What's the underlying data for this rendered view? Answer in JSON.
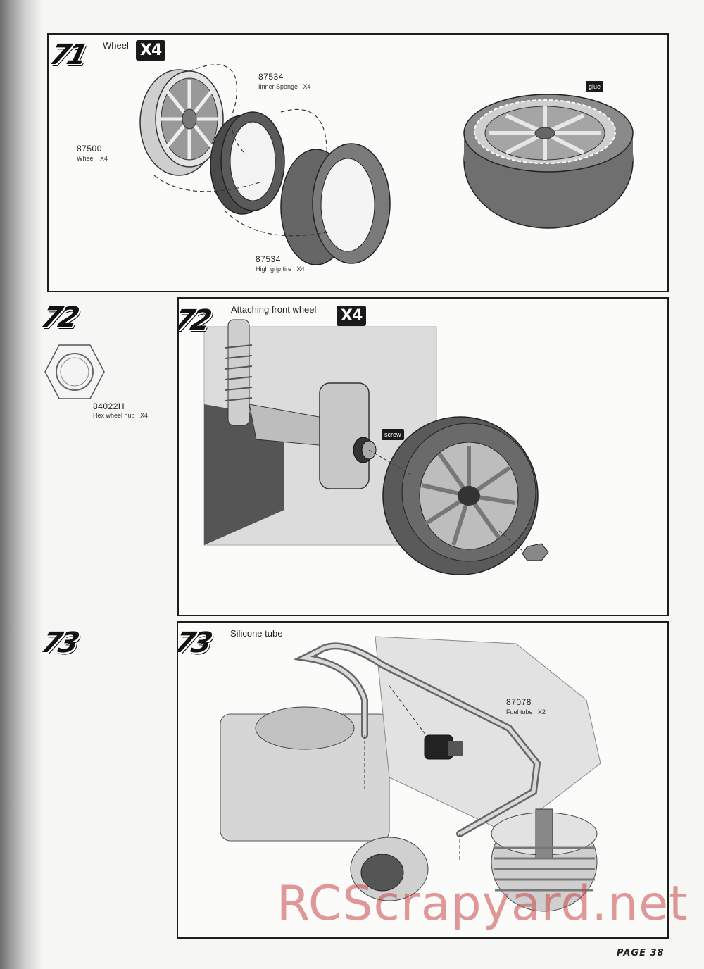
{
  "steps": [
    {
      "number": "71",
      "title": "Wheel",
      "quantity": "X4",
      "parts": [
        {
          "number": "87534",
          "name": "Iinner Sponge   X4"
        },
        {
          "number": "87500",
          "name": "Wheel   X4"
        },
        {
          "number": "87534",
          "name": "High grip tire   X4"
        }
      ],
      "tag": "glue"
    },
    {
      "number": "72",
      "title": "Attaching front wheel",
      "quantity": "X4",
      "side_part": {
        "number": "84022H",
        "name": "Hex wheel hub   X4"
      },
      "tag": "screw"
    },
    {
      "number": "73",
      "title": "Silicone tube",
      "parts": [
        {
          "number": "87078",
          "name": "Fuel tube   X2"
        }
      ]
    }
  ],
  "watermark": "RCScrapyard.net",
  "page": "PAGE 38",
  "colors": {
    "ink": "#1d1d1d",
    "tire": "#6a6a6a",
    "rim": "#b4b4b4",
    "watermark": "#c84646"
  }
}
